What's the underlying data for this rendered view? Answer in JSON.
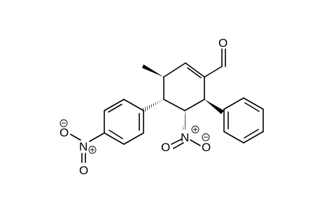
{
  "structure": {
    "atoms": {
      "aldehyde_oxygen": "O",
      "ring_nitro_nitrogen": "N",
      "ring_nitro_oxygen_left": "O",
      "ring_nitro_oxygen_right": "O",
      "aryl_nitro_nitrogen": "N",
      "aryl_nitro_oxygen_top": "O",
      "aryl_nitro_oxygen_bottom": "O"
    },
    "charges": {
      "ring_nitro_nitrogen": "+",
      "ring_nitro_oxygen_right": "−",
      "aryl_nitro_nitrogen": "+",
      "aryl_nitro_oxygen_top": "−"
    },
    "colors": {
      "ink": "#000000",
      "background": "#ffffff"
    }
  }
}
